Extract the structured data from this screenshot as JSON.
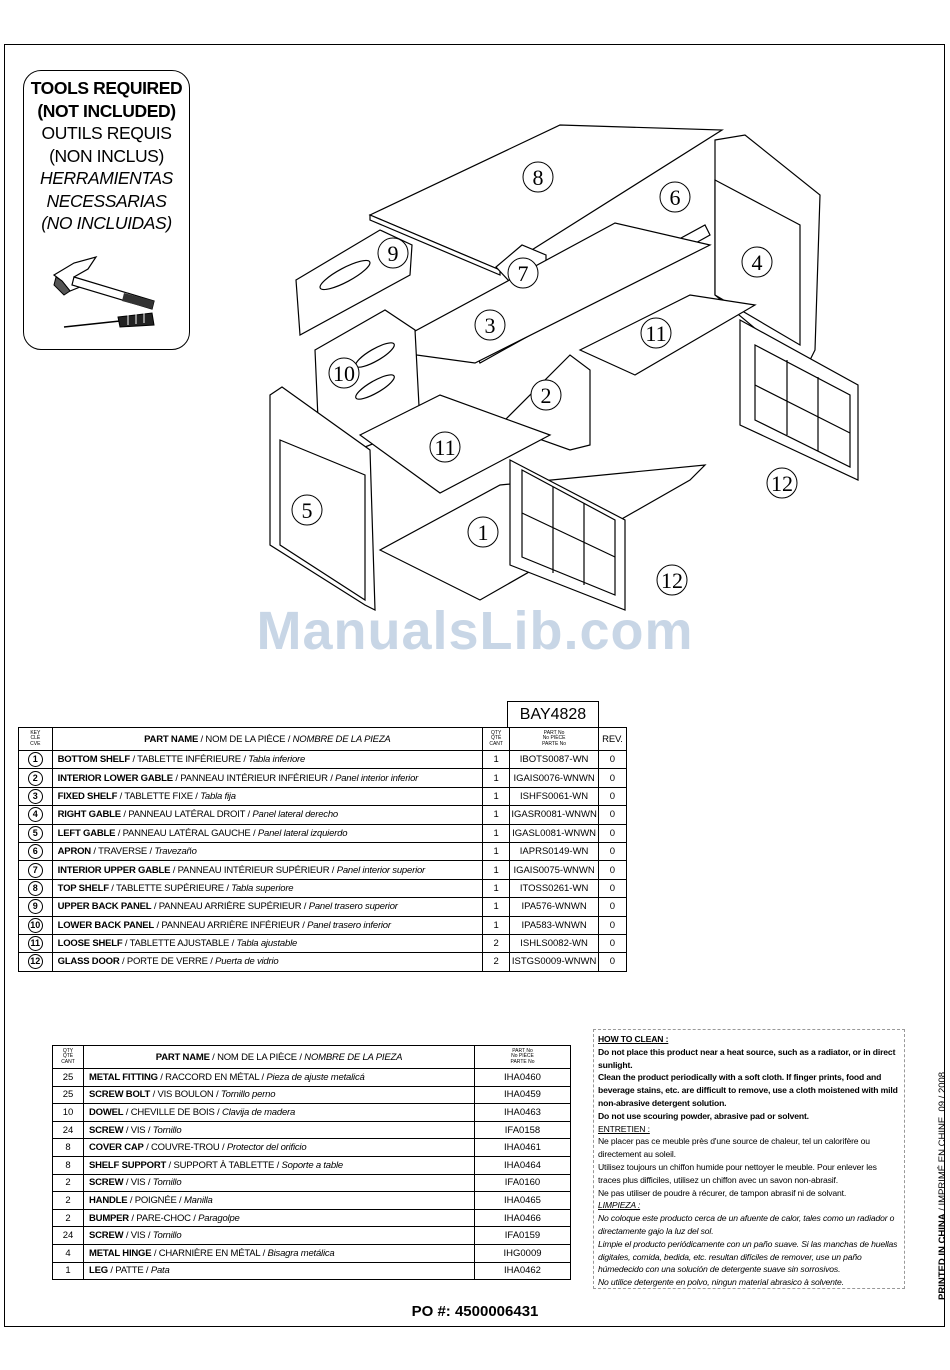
{
  "tools_box": {
    "lines": [
      {
        "text": "TOOLS REQUIRED",
        "style": "bold"
      },
      {
        "text": "(NOT INCLUDED)",
        "style": "bold"
      },
      {
        "text": "OUTILS REQUIS",
        "style": "normal"
      },
      {
        "text": "(NON INCLUS)",
        "style": "normal"
      },
      {
        "text": "HERRAMIENTAS",
        "style": "italic"
      },
      {
        "text": "NECESSARIAS",
        "style": "italic"
      },
      {
        "text": "(NO INCLUIDAS)",
        "style": "italic"
      }
    ],
    "icons": [
      "hammer-icon",
      "screwdriver-icon"
    ]
  },
  "diagram": {
    "callouts": [
      "8",
      "6",
      "9",
      "7",
      "4",
      "3",
      "11",
      "10",
      "2",
      "11",
      "5",
      "1",
      "12",
      "12"
    ]
  },
  "watermark": "ManualsLib.com",
  "parts_table": {
    "model": "BAY4828",
    "headers": {
      "key": [
        "KEY",
        "CLÉ",
        "CVE"
      ],
      "part_name_en": "PART NAME",
      "part_name_fr": "NOM DE LA PIÈCE",
      "part_name_es": "NOMBRE DE LA PIEZA",
      "qty": [
        "QTY",
        "QTÉ",
        "CANT"
      ],
      "part_no": [
        "PART No",
        "No PIÈCE",
        "PARTE No"
      ],
      "rev": "REV."
    },
    "rows": [
      {
        "key": "1",
        "en": "BOTTOM SHELF",
        "fr": "TABLETTE INFÉRIEURE",
        "es": "Tabla inferiore",
        "qty": "1",
        "part": "IBOTS0087-WN",
        "rev": "0"
      },
      {
        "key": "2",
        "en": "INTERIOR LOWER GABLE",
        "fr": "PANNEAU INTÉRIEUR INFÉRIEUR",
        "es": "Panel interior inferior",
        "qty": "1",
        "part": "IGAIS0076-WNWN",
        "rev": "0"
      },
      {
        "key": "3",
        "en": "FIXED SHELF",
        "fr": "TABLETTE FIXE",
        "es": "Tabla fija",
        "qty": "1",
        "part": "ISHFS0061-WN",
        "rev": "0"
      },
      {
        "key": "4",
        "en": "RIGHT GABLE",
        "fr": "PANNEAU LATÉRAL DROIT",
        "es": "Panel lateral derecho",
        "qty": "1",
        "part": "IGASR0081-WNWN",
        "rev": "0"
      },
      {
        "key": "5",
        "en": "LEFT GABLE",
        "fr": "PANNEAU LATÉRAL GAUCHE",
        "es": "Panel lateral izquierdo",
        "qty": "1",
        "part": "IGASL0081-WNWN",
        "rev": "0"
      },
      {
        "key": "6",
        "en": "APRON",
        "fr": "TRAVERSE",
        "es": "Travezaño",
        "qty": "1",
        "part": "IAPRS0149-WN",
        "rev": "0"
      },
      {
        "key": "7",
        "en": "INTERIOR UPPER GABLE",
        "fr": "PANNEAU INTÉRIEUR SUPÉRIEUR",
        "es": "Panel interior superior",
        "qty": "1",
        "part": "IGAIS0075-WNWN",
        "rev": "0"
      },
      {
        "key": "8",
        "en": "TOP SHELF",
        "fr": "TABLETTE SUPÉRIEURE",
        "es": "Tabla superiore",
        "qty": "1",
        "part": "ITOSS0261-WN",
        "rev": "0"
      },
      {
        "key": "9",
        "en": "UPPER BACK PANEL",
        "fr": "PANNEAU ARRIÈRE SUPÉRIEUR",
        "es": "Panel trasero superior",
        "qty": "1",
        "part": "IPA576-WNWN",
        "rev": "0"
      },
      {
        "key": "10",
        "en": "LOWER BACK PANEL",
        "fr": "PANNEAU ARRIÈRE INFÉRIEUR",
        "es": "Panel trasero inferior",
        "qty": "1",
        "part": "IPA583-WNWN",
        "rev": "0"
      },
      {
        "key": "11",
        "en": "LOOSE SHELF",
        "fr": "TABLETTE AJUSTABLE",
        "es": "Tabla ajustable",
        "qty": "2",
        "part": "ISHLS0082-WN",
        "rev": "0"
      },
      {
        "key": "12",
        "en": "GLASS DOOR",
        "fr": "PORTE DE VERRE",
        "es": "Puerta de vidrio",
        "qty": "2",
        "part": "ISTGS0009-WNWN",
        "rev": "0"
      }
    ]
  },
  "hardware_table": {
    "headers": {
      "qty": [
        "QTY",
        "QTÉ",
        "CANT"
      ],
      "part_name_en": "PART NAME",
      "part_name_fr": "NOM DE LA PIÈCE",
      "part_name_es": "NOMBRE DE LA PIEZA",
      "part_no": [
        "PART No",
        "No PIÈCE",
        "PARTE No"
      ]
    },
    "rows": [
      {
        "qty": "25",
        "en": "METAL FITTING",
        "fr": "RACCORD EN MÉTAL",
        "es": "Pieza de ajuste metalicá",
        "part": "IHA0460"
      },
      {
        "qty": "25",
        "en": "SCREW BOLT",
        "fr": "VIS BOULON",
        "es": "Tornillo perno",
        "part": "IHA0459"
      },
      {
        "qty": "10",
        "en": "DOWEL",
        "fr": "CHEVILLE DE BOIS",
        "es": "Clavija de madera",
        "part": "IHA0463"
      },
      {
        "qty": "24",
        "en": "SCREW",
        "fr": "VIS",
        "es": "Tornillo",
        "part": "IFA0158"
      },
      {
        "qty": "8",
        "en": "COVER CAP",
        "fr": "COUVRE-TROU",
        "es": "Protector del orificio",
        "part": "IHA0461"
      },
      {
        "qty": "8",
        "en": "SHELF SUPPORT",
        "fr": "SUPPORT À TABLETTE",
        "es": "Soporte a table",
        "part": "IHA0464"
      },
      {
        "qty": "2",
        "en": "SCREW",
        "fr": "VIS",
        "es": "Tornillo",
        "part": "IFA0160"
      },
      {
        "qty": "2",
        "en": "HANDLE",
        "fr": "POIGNÉE",
        "es": "Manilla",
        "part": "IHA0465"
      },
      {
        "qty": "2",
        "en": "BUMPER",
        "fr": "PARE-CHOC",
        "es": "Paragolpe",
        "part": "IHA0466"
      },
      {
        "qty": "24",
        "en": "SCREW",
        "fr": "VIS",
        "es": "Tornillo",
        "part": "IFA0159"
      },
      {
        "qty": "4",
        "en": "METAL HINGE",
        "fr": "CHARNIÈRE EN MÉTAL",
        "es": "Bisagra metálica",
        "part": "IHG0009"
      },
      {
        "qty": "1",
        "en": "LEG",
        "fr": "PATTE",
        "es": "Pata",
        "part": "IHA0462"
      }
    ]
  },
  "how_to_clean": {
    "title": "HOW TO CLEAN :",
    "en": [
      "Do not place this product near a heat source, such as a radiator, or in direct sunlight.",
      "Clean the product periodically with a soft cloth. If finger prints, food and beverage stains, etc. are difficult to remove, use a cloth moistened with mild non-abrasive detergent solution.",
      "Do not use scouring powder, abrasive pad or solvent."
    ],
    "fr_title": "ENTRETIEN :",
    "fr": [
      "Ne placer pas ce meuble près d'une source de chaleur, tel un calorifère ou directement au soleil.",
      "Utilisez toujours un chiffon humide pour nettoyer le meuble. Pour enlever les traces plus difficiles, utilisez un chiffon avec un savon non-abrasif.",
      "Ne pas utiliser de poudre à récurer, de tampon abrasif ni de solvant."
    ],
    "es_title": "LIMPIEZA :",
    "es": [
      "No coloque este producto cerca de un afuente de calor, tales como un radiador o directamente gajo la luz del sol.",
      "Limpie el producto periódicamente con un paño suave. Si las manchas de huellas digitales, comida, bedida, etc. resultan difíciles de remover, use un paño húmedecido con una solución de detergente suave sin sorrosivos.",
      "No utilice detergente en polvo, ningun material abrasico à solvente."
    ]
  },
  "printed_in": {
    "en": "PRINTED IN CHINA",
    "fr": "IMPRIMÉ EN CHINE",
    "date": "09 / 2008"
  },
  "po": "PO #: 4500006431"
}
